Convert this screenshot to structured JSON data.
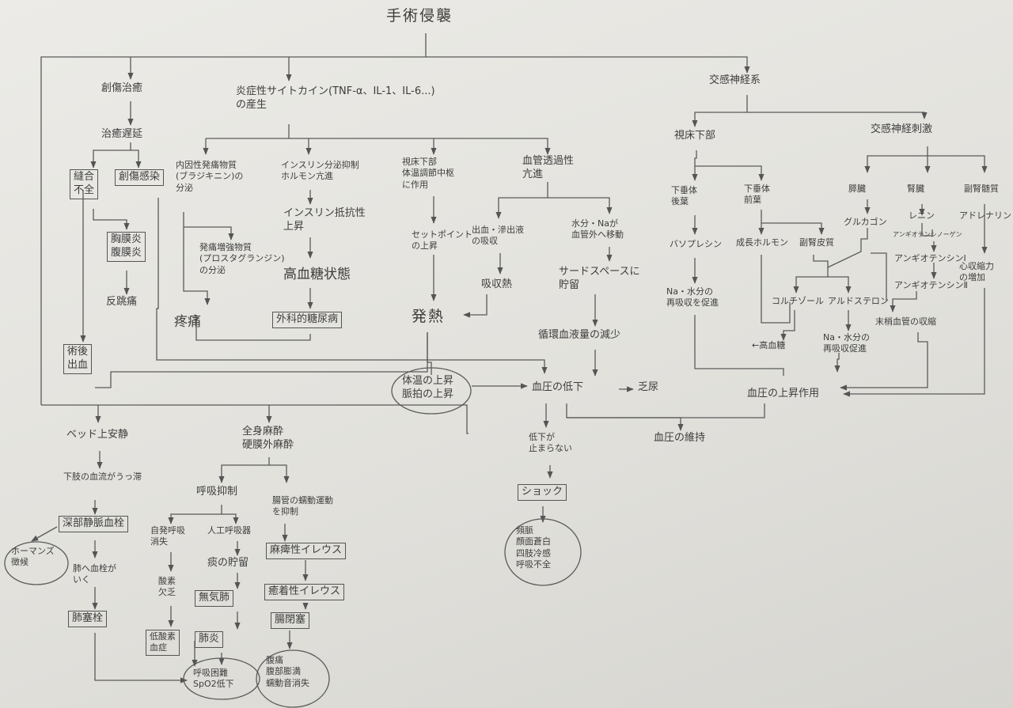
{
  "title": "手術侵襲",
  "nodes": {
    "sousho_chiyu": "創傷治癒",
    "chiyu_chien": "治癒遅延",
    "hougou_fuzen": "縫合\n不全",
    "sousho_kansen": "創傷感染",
    "kyoumaku_fukumaku": "胸膜炎\n腹膜炎",
    "hanchotsu": "反跳痛",
    "jutsugo_shukketsu": "術後\n出血",
    "cytokine": "炎症性サイトカイン(TNF-α、IL-1、IL-6...)\nの産生",
    "naiin_hatsutsu": "内因性発痛物質\n(ブラジキニン)の\n分泌",
    "hatsutsu_zouchou": "発痛増強物質\n(プロスタグランジン)\nの分泌",
    "toutsu": "疼痛",
    "insulin_kakou": "インスリン分泌抑制\nホルモン亢進",
    "insulin_teikou": "インスリン抵抗性\n上昇",
    "kouketto": "高血糖状態",
    "geka_tounyou": "外科的糖尿病",
    "shishoukabu_top": "視床下部\n体温調節中枢\nに作用",
    "setpoint": "セットポイント\nの上昇",
    "hatsunetsu": "発熱",
    "kekkan_tsuukasei": "血管透過性\n亢進",
    "shukketsu_kyuushuu": "出血・滲出液\nの吸収",
    "kyuushuunetsu": "吸収熱",
    "suibun_na": "水分・Naが\n血管外へ移動",
    "third_space": "サードスペースに\n貯留",
    "junkan_gensho": "循環血液量の減少",
    "taion_myaku": "体温の上昇\n脈拍の上昇",
    "ketsuatsu_teika": "血圧の低下",
    "boenyou": "乏尿",
    "kousinkei": "交感神経系",
    "shishoukabu_right": "視床下部",
    "koukan_shigeki": "交感神経刺激",
    "kasui_kouyou": "下垂体\n後葉",
    "kasui_zenyou": "下垂体\n前葉",
    "vasopressin": "バソプレシン",
    "na_right": "Na・水分の\n再吸収を促進",
    "seichou_hormone": "成長ホルモン",
    "fukujin_hishitsu": "副腎皮質",
    "cortisol": "コルチゾール",
    "aldosterone": "アルドステロン",
    "kouketto_2": "←高血糖",
    "na_aldo": "Na・水分の\n再吸収促進",
    "suizou": "膵臓",
    "glucagon": "グルカゴン",
    "jinzou": "腎臓",
    "renin": "レニン",
    "angio_1": "アンギオテンシノーゲン",
    "angio_2": "アンギオテンシンⅠ",
    "angio_3": "アンギオテンシンⅡ",
    "masshou_kekkan": "末梢血管の収縮",
    "fukujin_zuishitsu": "副腎髄質",
    "adrenaline": "アドレナリン",
    "heart_shuushuku": "心収縮力\nの増加",
    "ketsuatsu_jousho": "血圧の上昇作用",
    "ketsuatsu_iji": "血圧の維持",
    "teika_tomaranai": "低下が\n止まらない",
    "shock": "ショック",
    "shock_sign": "頻脈\n顔面蒼白\n四肢冷感\n呼吸不全",
    "bed_ansei": "ベッド上安静",
    "kashi_ketsuryu": "下肢の血流がうっ滞",
    "shinbu_joumyaku": "深部静脈血栓",
    "homans": "ホーマンズ\n徴候",
    "hai_kessen_iku": "肺へ血栓が\nいく",
    "hai_sokusen": "肺塞栓",
    "zenshin_masui": "全身麻酔\n硬膜外麻酔",
    "kokyuu_yokusei": "呼吸抑制",
    "jiritsu_kokyuu": "自発呼吸\n消失",
    "jinkou_kokyuu": "人工呼吸器",
    "sanso_ketsubo": "酸素\n欠乏",
    "tan_choryu": "痰の貯留",
    "musohai": "無気肺",
    "tei_sanso": "低酸素\n血症",
    "haien": "肺炎",
    "kokyuu_konnan": "呼吸困難\nSpO2低下",
    "choukan_zendou": "腸管の蠕動運動\nを抑制",
    "mahisei_ileus": "麻痺性イレウス",
    "yuchaku_ileus": "癒着性イレウス",
    "chou_heisoku": "腸閉塞",
    "fukutsu": "腹痛\n腹部膨満\n蠕動音消失"
  }
}
